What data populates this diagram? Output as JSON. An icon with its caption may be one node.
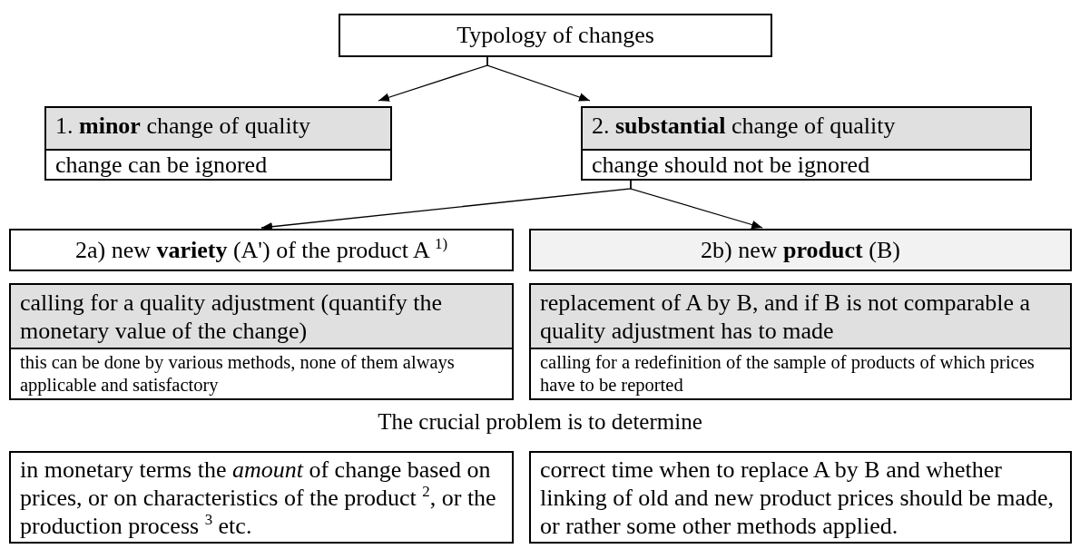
{
  "diagram": {
    "nodes": [
      {
        "text": [
          "Typology of changes"
        ]
      },
      {
        "text": [
          "1.  **minor** change of quality",
          "change can be ignored"
        ]
      },
      {
        "text": [
          "2.  **substantial** change of quality",
          "change should not be ignored"
        ]
      },
      {
        "text": [
          "2a) new **variety** (A') of the product A $^{1)}$"
        ]
      },
      {
        "text": [
          "2b) new **product** (B)"
        ]
      },
      {
        "text": [
          "calling for a quality adjustment (quantify the monetary value of the change)",
          "this can be done by various methods, none of them always applicable and satisfactory"
        ]
      },
      {
        "text": [
          "replacement of A by B, and if B is not comparable a quality adjustment has to made",
          "calling for a redefinition of the sample of products of which prices have to be reported"
        ]
      },
      {
        "text": [
          "in monetary terms the *amount* of change based on prices, or on characteristics of the product $^{2}$, or the production process $^{3}$ etc."
        ]
      },
      {
        "text": [
          "correct time when to replace A by B and whether linking of old and new product prices should be made, or rather some other methods applied."
        ]
      }
    ],
    "edges": [
      {
        "from": 0,
        "to": 1,
        "arrow": "to"
      },
      {
        "from": 0,
        "to": 2,
        "arrow": "to"
      },
      {
        "from": 2,
        "to": 3,
        "arrow": "to"
      },
      {
        "from": 2,
        "to": 4,
        "arrow": "to"
      }
    ],
    "labels": [
      "The crucial problem is to determine"
    ]
  }
}
